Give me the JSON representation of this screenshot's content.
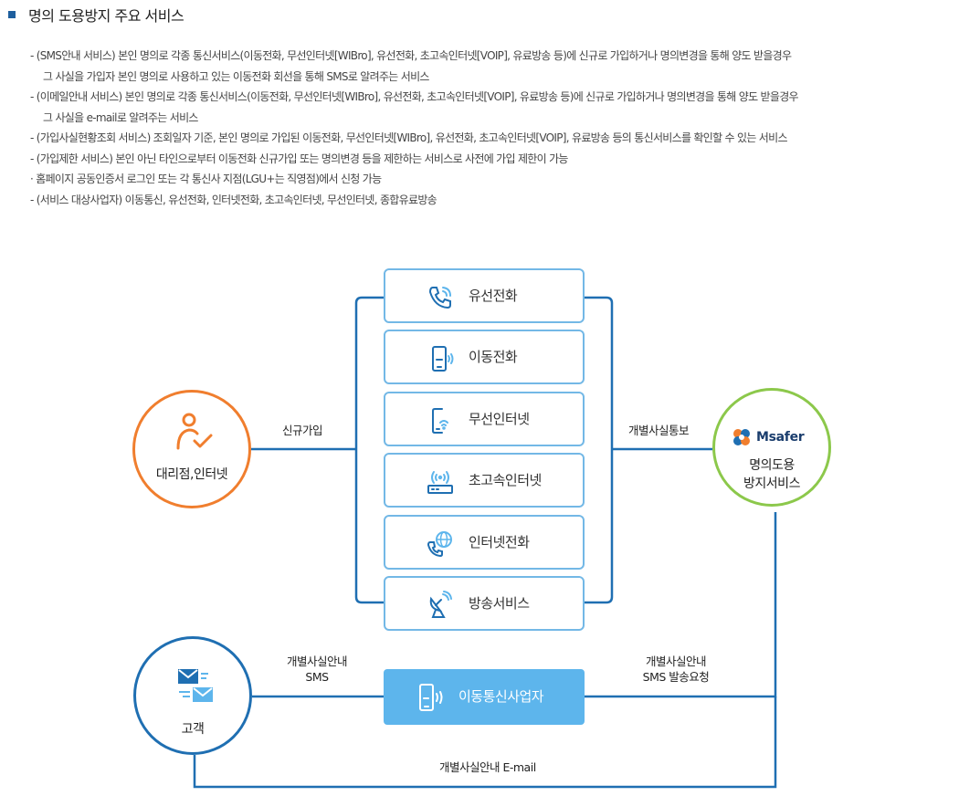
{
  "section_title": "명의 도용방지 주요 서비스",
  "descriptions": [
    "- (SMS안내 서비스) 본인 명의로 각종 통신서비스(이동전화, 무선인터넷[WIBro], 유선전화, 초고속인터넷[VOIP], 유료방송 등)에 신규로 가입하거나 명의변경을 통해 양도 받을경우",
    "그 사실을 가입자 본인 명의로 사용하고 있는 이동전화 회선을 통해 SMS로 알려주는 서비스",
    "- (이메일안내 서비스) 본인 명의로 각종 통신서비스(이동전화, 무선인터넷[WIBro], 유선전화, 초고속인터넷[VOIP], 유료방송 등)에 신규로 가입하거나 명의변경을 통해 양도 받을경우",
    "그 사실을 e-mail로 알려주는 서비스",
    "- (가입사실현황조회 서비스) 조회일자 기준, 본인 명의로 가입된 이동전화, 무선인터넷[WIBro], 유선전화, 초고속인터넷[VOIP], 유료방송 등의 통신서비스를 확인할 수 있는 서비스",
    "- (가입제한 서비스) 본인 아닌 타인으로부터 이동전화 신규가입 또는 명의변경 등을 제한하는 서비스로 사전에 가입 제한이 가능",
    "· 홈페이지 공동인증서 로그인 또는 각 통신사 지점(LGU+는 직영점)에서 신청 가능",
    "- (서비스 대상사업자) 이동통신, 유선전화, 인터넷전화, 초고속인터넷, 무선인터넷, 종합유료방송"
  ],
  "services": [
    {
      "label": "유선전화",
      "icon": "phone-ringing-icon"
    },
    {
      "label": "이동전화",
      "icon": "mobile-phone-icon"
    },
    {
      "label": "무선인터넷",
      "icon": "mobile-wifi-icon"
    },
    {
      "label": "초고속인터넷",
      "icon": "router-icon"
    },
    {
      "label": "인터넷전화",
      "icon": "globe-phone-icon"
    },
    {
      "label": "방송서비스",
      "icon": "satellite-dish-icon"
    }
  ],
  "nodes": {
    "agent": "대리점,인터넷",
    "msafer_logo": "Msafer",
    "msafer_line1": "명의도용",
    "msafer_line2": "방지서비스",
    "customer": "고객",
    "operator": "이동통신사업자"
  },
  "edges": {
    "signup": "신규가입",
    "notice": "개별사실통보",
    "sms_line1": "개별사실안내",
    "sms_line2": "SMS",
    "req_line1": "개별사실안내",
    "req_line2": "SMS 발송요청",
    "email": "개별사실안내 E-mail"
  },
  "colors": {
    "line": "#1f6fb2",
    "box_border": "#73b8e6",
    "agent": "#f07e2e",
    "msafer": "#8cc84b",
    "operator": "#5db5ec"
  }
}
